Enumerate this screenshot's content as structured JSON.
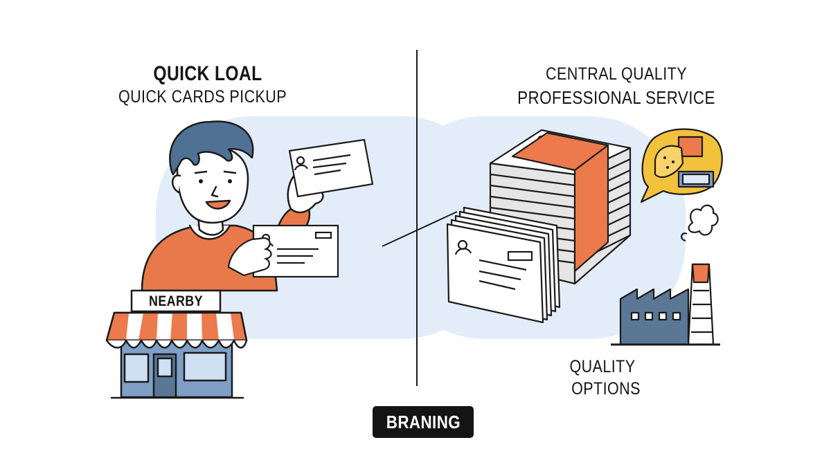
{
  "left": {
    "title": "QUICK LOAL",
    "subtitle": "QUICK CARDS PICKUP",
    "store_sign": "NEARBY"
  },
  "right": {
    "title": "CENTRAL QUALITY",
    "subtitle": "PROFESSIONAL SERVICE",
    "quality_label_line1": "QUALITY",
    "quality_label_line2": "OPTIONS"
  },
  "footer": {
    "badge": "BRANING"
  },
  "colors": {
    "accent_orange": "#ec7a4c",
    "shirt_orange": "#e8794a",
    "hair_blue": "#4f7193",
    "background_blob": "#e2edf9",
    "bubble_yellow": "#f3c23d",
    "store_blue": "#7f9fc6",
    "factory_blue": "#5b7796",
    "outline": "#1a1a1a"
  }
}
